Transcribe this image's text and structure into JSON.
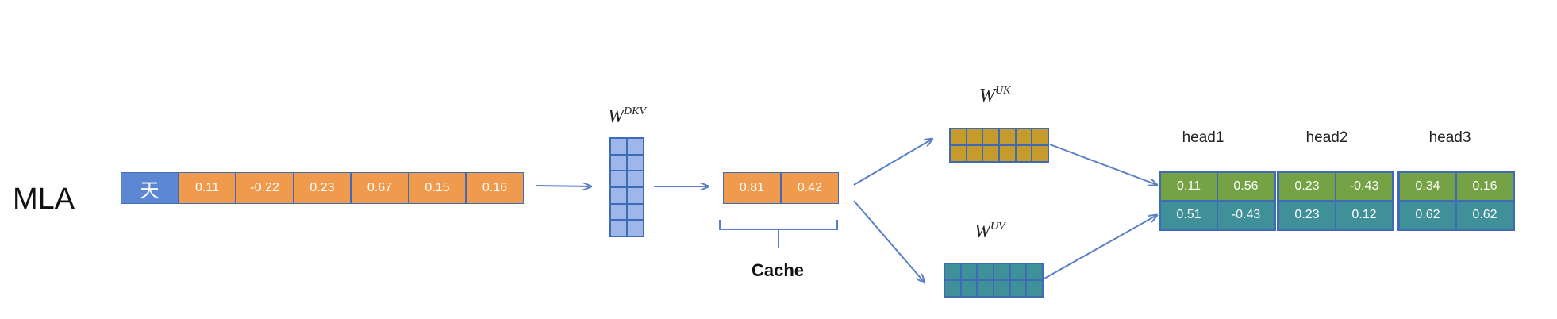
{
  "title": "MLA",
  "token": "天",
  "input_vector": [
    "0.11",
    "-0.22",
    "0.23",
    "0.67",
    "0.15",
    "0.16"
  ],
  "wdkv": {
    "base": "W",
    "sup": "DKV"
  },
  "cache_vector": [
    "0.81",
    "0.42"
  ],
  "cache_label": "Cache",
  "wuk": {
    "base": "W",
    "sup": "UK"
  },
  "wuv": {
    "base": "W",
    "sup": "UV"
  },
  "heads": [
    {
      "label": "head1",
      "k": [
        "0.11",
        "0.56"
      ],
      "v": [
        "0.51",
        "-0.43"
      ]
    },
    {
      "label": "head2",
      "k": [
        "0.23",
        "-0.43"
      ],
      "v": [
        "0.23",
        "0.12"
      ]
    },
    {
      "label": "head3",
      "k": [
        "0.34",
        "0.16"
      ],
      "v": [
        "0.62",
        "0.62"
      ]
    }
  ],
  "colors": {
    "border": "#3f6bb5",
    "input": "#ef9a4d",
    "token": "#5b87d3",
    "wdkv": "#9fb6ea",
    "wuk": "#c69b2e",
    "wuv": "#3f9098",
    "head_k": "#75a244",
    "head_v": "#3f9098",
    "arrow": "#5b7fc7"
  }
}
